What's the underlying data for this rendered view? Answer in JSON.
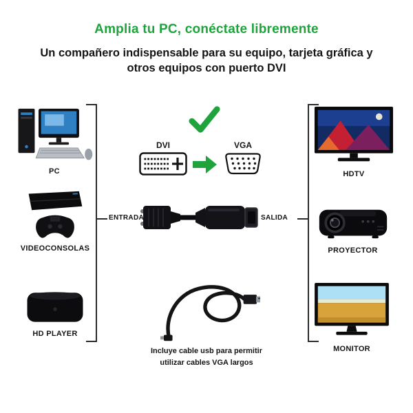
{
  "header": {
    "title": "Amplia tu PC, conéctate libremente",
    "subtitle_line1": "Un compañero indispensable para su equipo, tarjeta gráfica y",
    "subtitle_line2": "otros equipos con puerto DVI"
  },
  "left_devices": [
    {
      "label": "PC",
      "icon": "desktop-pc-icon"
    },
    {
      "label": "VIDEOCONSOLAS",
      "icon": "game-console-icon"
    },
    {
      "label": "HD PLAYER",
      "icon": "hd-player-icon"
    }
  ],
  "right_devices": [
    {
      "label": "HDTV",
      "icon": "hdtv-icon"
    },
    {
      "label": "PROYECTOR",
      "icon": "projector-icon"
    },
    {
      "label": "MONITOR",
      "icon": "monitor-icon"
    }
  ],
  "adapter": {
    "dvi_label": "DVI",
    "vga_label": "VGA",
    "input_label": "ENTRADA",
    "output_label": "SALIDA"
  },
  "usb_note": {
    "line1": "Incluye cable usb para permitir",
    "line2": "utilizar cables VGA largos"
  },
  "colors": {
    "accent_green": "#1fa33c",
    "text_dark": "#141414"
  }
}
